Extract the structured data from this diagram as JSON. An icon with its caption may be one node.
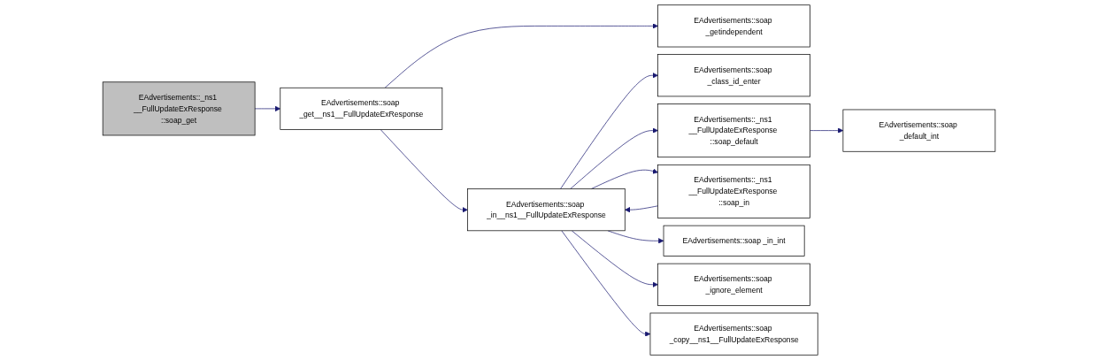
{
  "diagram": {
    "nodes": [
      {
        "text": [
          "EAdvertisements::_ns1 __FullUpdateExResponse ::soap_get"
        ]
      },
      {
        "text": [
          "EAdvertisements::soap _get__ns1__FullUpdateExResponse"
        ]
      },
      {
        "text": [
          "EAdvertisements::soap _in__ns1__FullUpdateExResponse"
        ]
      },
      {
        "text": [
          "EAdvertisements::soap _getindependent"
        ]
      },
      {
        "text": [
          "EAdvertisements::soap _class_id_enter"
        ]
      },
      {
        "text": [
          "EAdvertisements::_ns1 __FullUpdateExResponse ::soap_default"
        ]
      },
      {
        "text": [
          "EAdvertisements::soap _default_int"
        ]
      },
      {
        "text": [
          "EAdvertisements::_ns1 __FullUpdateExResponse ::soap_in"
        ]
      },
      {
        "text": [
          "EAdvertisements::soap _in_int"
        ]
      },
      {
        "text": [
          "EAdvertisements::soap _ignore_element"
        ]
      },
      {
        "text": [
          "EAdvertisements::soap _copy__ns1__FullUpdateExResponse"
        ]
      }
    ],
    "edges": [
      {
        "from": 0,
        "to": 1,
        "arrow": "to"
      },
      {
        "from": 1,
        "to": 2,
        "arrow": "to"
      },
      {
        "from": 1,
        "to": 3,
        "arrow": "to"
      },
      {
        "from": 2,
        "to": 4,
        "arrow": "to"
      },
      {
        "from": 2,
        "to": 5,
        "arrow": "to"
      },
      {
        "from": 5,
        "to": 6,
        "arrow": "to"
      },
      {
        "from": 2,
        "to": 7,
        "arrow": "to"
      },
      {
        "from": 7,
        "to": 2,
        "arrow": "to"
      },
      {
        "from": 2,
        "to": 8,
        "arrow": "to"
      },
      {
        "from": 2,
        "to": 9,
        "arrow": "to"
      },
      {
        "from": 2,
        "to": 10,
        "arrow": "to"
      }
    ]
  }
}
